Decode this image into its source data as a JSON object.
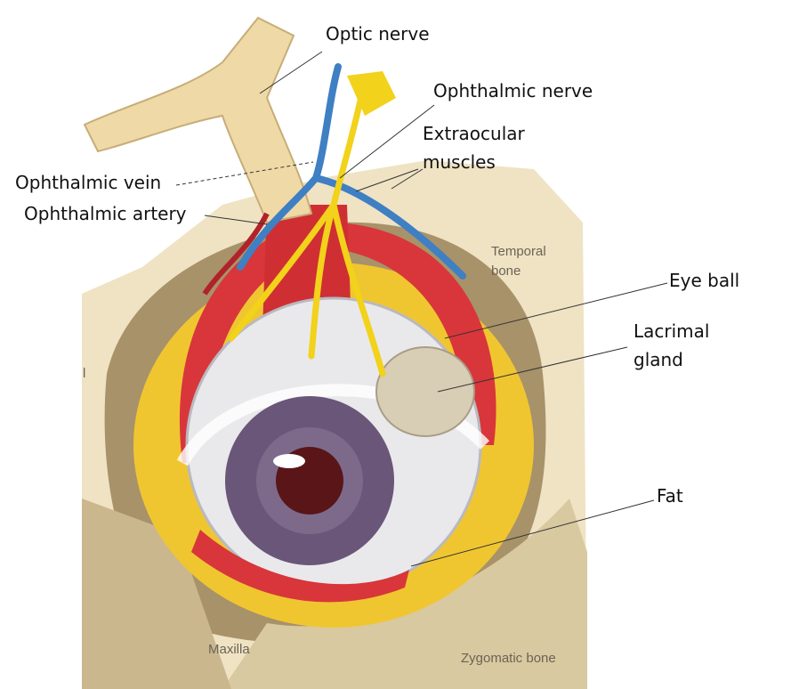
{
  "title": "Orbit anatomy",
  "labels": {
    "optic_nerve": "Optic nerve",
    "ophthalmic_nerve": "Ophthalmic nerve",
    "extraocular_line1": "Extraocular",
    "extraocular_line2": "muscles",
    "ophthalmic_vein": "Ophthalmic vein",
    "ophthalmic_artery": "Ophthalmic artery",
    "eye_ball": "Eye ball",
    "lacrimal_line1": "Lacrimal",
    "lacrimal_line2": "gland",
    "fat": "Fat"
  },
  "image_labels": {
    "temporal_line1": "Temporal",
    "temporal_line2": "bone",
    "maxilla": "Maxilla",
    "zygomatic": "Zygomatic bone",
    "cut_label": "l"
  },
  "colors": {
    "bone": "#efe3c4",
    "orbit": "#a8926a",
    "fat": "#f0c630",
    "muscle": "#d8363a",
    "vein": "#3f7fc4",
    "nerve": "#f2d21a",
    "iris": "#6a5678"
  }
}
